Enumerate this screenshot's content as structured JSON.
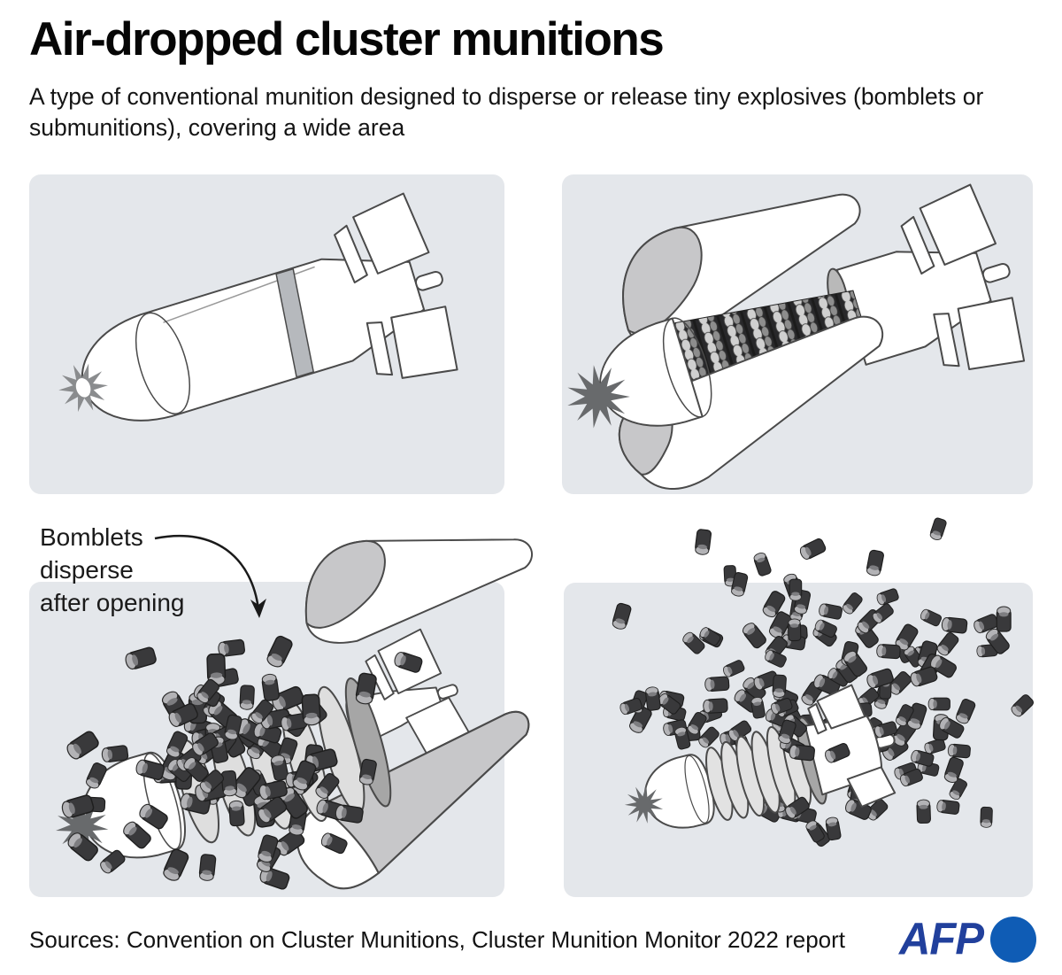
{
  "header": {
    "title": "Air-dropped cluster munitions",
    "subtitle": "A type of conventional munition designed to disperse or release tiny explosives (bomblets or submunitions), covering a wide area"
  },
  "annotation": {
    "text": "Bomblets\ndisperse\nafter opening"
  },
  "footer": {
    "sources": "Sources: Convention on Cluster Munitions, Cluster Munition Monitor 2022 report",
    "logo_text": "AFP"
  },
  "colors": {
    "panel_background": "#e4e7eb",
    "outline": "#4a4a4a",
    "bomblet_body": "#39393b",
    "bomblet_cap": "#b3b3b6",
    "disc_gray": "#dedede",
    "band_gray": "#a6a6a6",
    "shell_inner_gray": "#c7c7c9",
    "fuze_gray": "#686a6c",
    "afp_text": "#21409c",
    "afp_circle": "#0f5cb5"
  }
}
